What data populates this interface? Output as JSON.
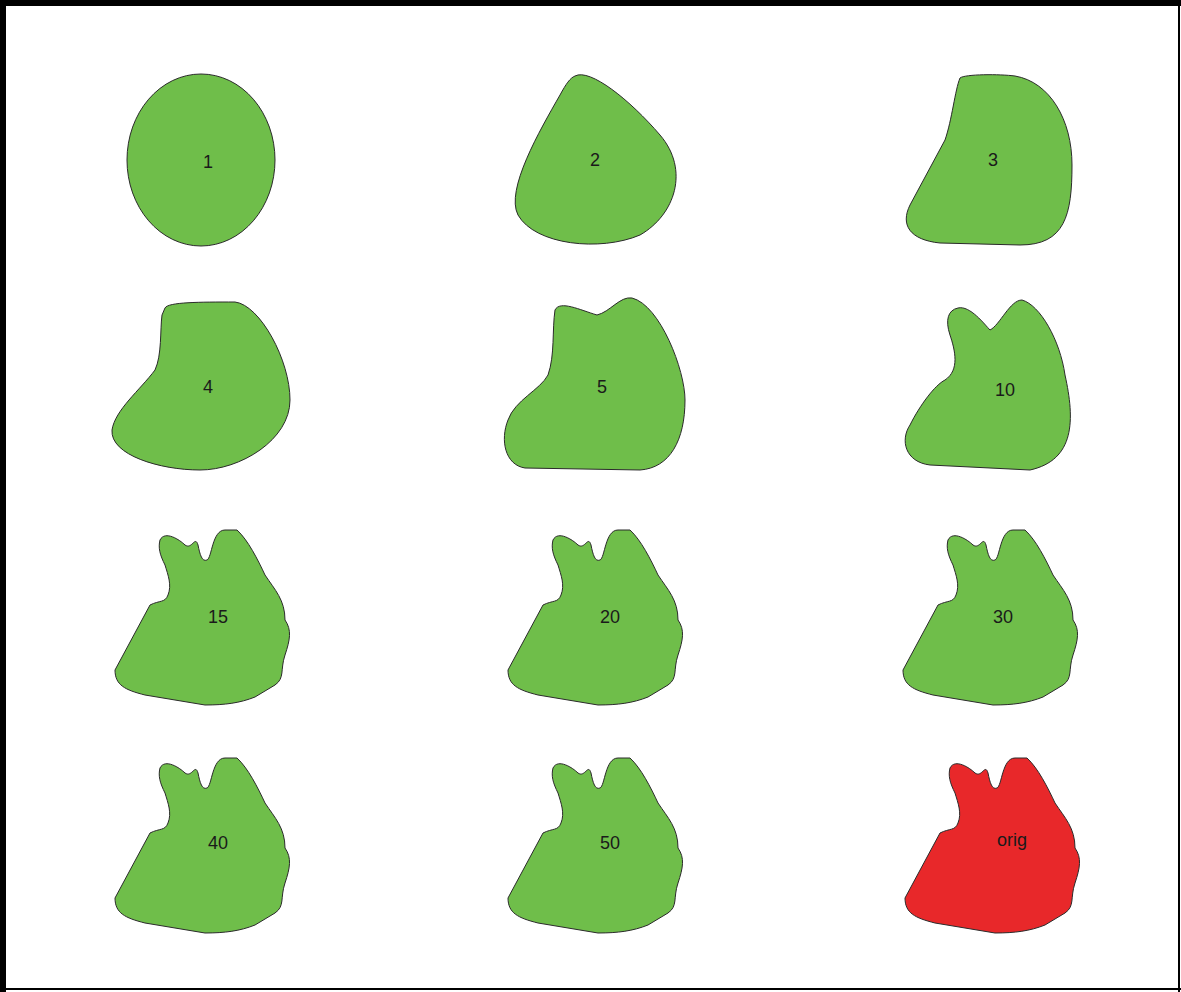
{
  "diagram": {
    "nodes": [
      {
        "text": [
          "1"
        ]
      },
      {
        "text": [
          "2"
        ]
      },
      {
        "text": [
          "3"
        ]
      },
      {
        "text": [
          "4"
        ]
      },
      {
        "text": [
          "5"
        ]
      },
      {
        "text": [
          "10"
        ]
      },
      {
        "text": [
          "15"
        ]
      },
      {
        "text": [
          "20"
        ]
      },
      {
        "text": [
          "30"
        ]
      },
      {
        "text": [
          "40"
        ]
      },
      {
        "text": [
          "50"
        ]
      },
      {
        "text": [
          "orig"
        ]
      }
    ]
  }
}
